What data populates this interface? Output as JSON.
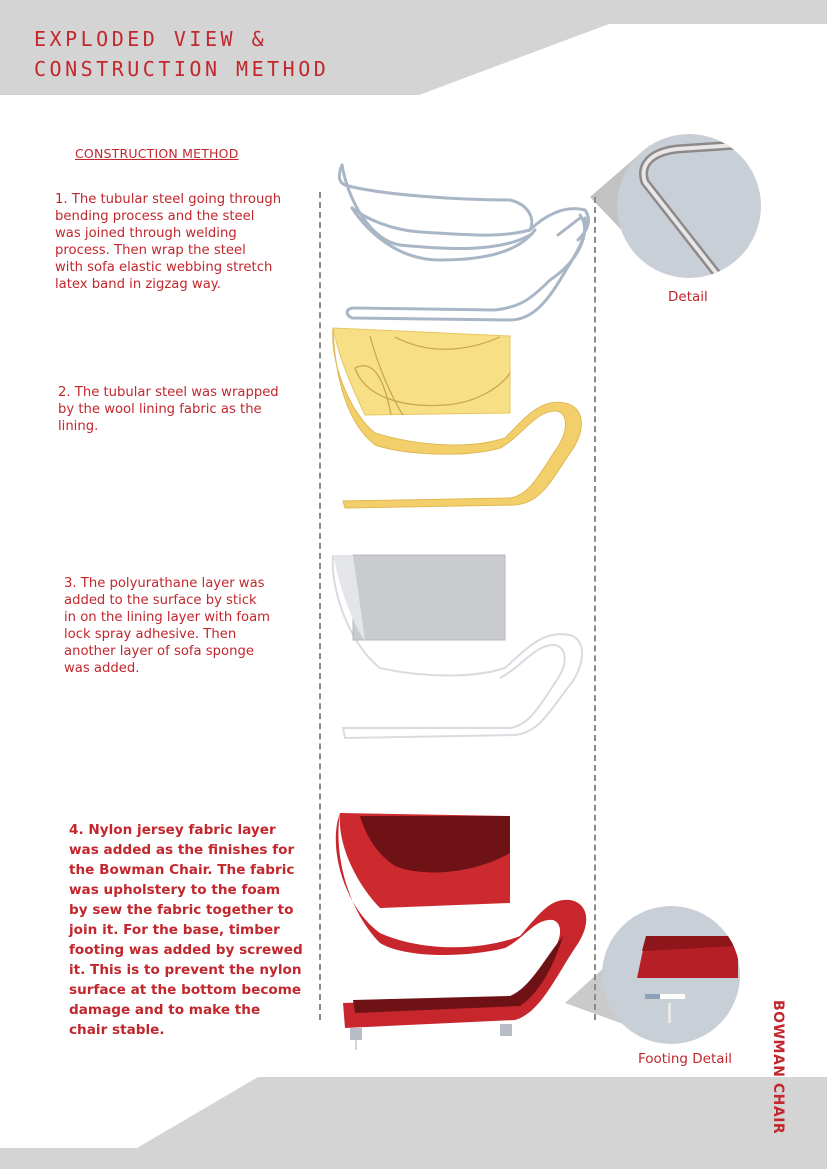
{
  "header": {
    "title_line_1": "EXPLODED VIEW &",
    "title_line_2": "CONSTRUCTION METHOD"
  },
  "section": {
    "heading": "CONSTRUCTION METHOD"
  },
  "steps": [
    {
      "number": 1,
      "text": "1. The tubular steel going through\nbending process and the steel\nwas joined through welding\nprocess. Then wrap the steel\nwith sofa elastic webbing stretch\nlatex band in zigzag way.",
      "figure": "tubular-steel-frame"
    },
    {
      "number": 2,
      "text": "2. The tubular steel was wrapped\nby the wool lining fabric as the\nlining.",
      "figure": "wool-lining-layer"
    },
    {
      "number": 3,
      "text": "3. The polyurathane layer was\nadded to the surface by stick\nin on the lining layer with foam\nlock spray adhesive. Then\nanother layer of sofa sponge\nwas added.",
      "figure": "foam-sponge-layer"
    },
    {
      "number": 4,
      "text": "4. Nylon jersey fabric layer\nwas added as the finishes for\nthe Bowman Chair. The fabric\nwas upholstery to the foam\nby sew the fabric together to\njoin it. For the base, timber\nfooting was added by screwed\nit. This is to prevent the nylon\nsurface at the bottom become\ndamage and to make the\nchair stable.",
      "figure": "nylon-fabric-finish"
    }
  ],
  "details": {
    "top_caption": "Detail",
    "bottom_caption": "Footing Detail"
  },
  "side_label": "BOWMAN CHAIR",
  "colors": {
    "accent_red": "#c1272d",
    "panel_gray": "#d4d4d4",
    "detail_circle": "#c8cfd6",
    "lining_yellow": "#f6dc7a",
    "fabric_red": "#c8242a",
    "fabric_dark": "#6e1014"
  }
}
